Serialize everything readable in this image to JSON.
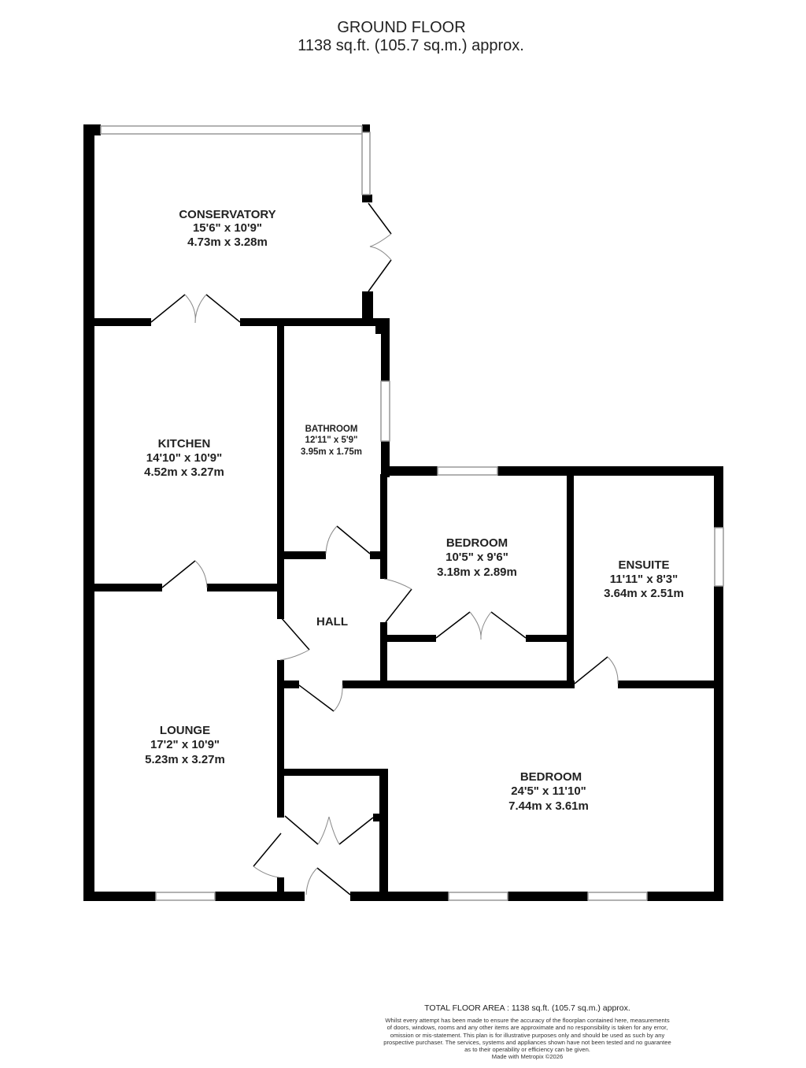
{
  "header": {
    "title": "GROUND FLOOR",
    "area": "1138 sq.ft. (105.7 sq.m.) approx."
  },
  "rooms": {
    "conservatory": {
      "name": "CONSERVATORY",
      "imperial": "15'6\"  x 10'9\"",
      "metric": "4.73m  x 3.28m"
    },
    "kitchen": {
      "name": "KITCHEN",
      "imperial": "14'10\"  x 10'9\"",
      "metric": "4.52m  x 3.27m"
    },
    "bathroom": {
      "name": "BATHROOM",
      "imperial": "12'11\"  x 5'9\"",
      "metric": "3.95m  x 1.75m"
    },
    "bedroom_small": {
      "name": "BEDROOM",
      "imperial": "10'5\"  x 9'6\"",
      "metric": "3.18m  x 2.89m"
    },
    "ensuite": {
      "name": "ENSUITE",
      "imperial": "11'11\"  x 8'3\"",
      "metric": "3.64m  x 2.51m"
    },
    "hall": {
      "name": "HALL"
    },
    "lounge": {
      "name": "LOUNGE",
      "imperial": "17'2\"  x 10'9\"",
      "metric": "5.23m  x 3.27m"
    },
    "bedroom_main": {
      "name": "BEDROOM",
      "imperial": "24'5\"  x 11'10\"",
      "metric": "7.44m  x 3.61m"
    }
  },
  "footer": {
    "total": "TOTAL FLOOR AREA : 1138 sq.ft. (105.7 sq.m.) approx.",
    "disclaimer_lines": [
      "Whilst every attempt has been made to ensure the accuracy of the floorplan contained here, measurements",
      "of doors, windows, rooms and any other items are approximate and no responsibility is taken for any error,",
      "omission or mis-statement. This plan is for illustrative purposes only and should be used as such by any",
      "prospective purchaser. The services, systems and appliances shown have not been tested and no guarantee",
      "as to their operability or efficiency can be given."
    ],
    "credit": "Made with Metropix ©2026"
  },
  "colors": {
    "wall": "#000000",
    "window": "#999999",
    "door_arc": "#888888",
    "text": "#222222"
  }
}
